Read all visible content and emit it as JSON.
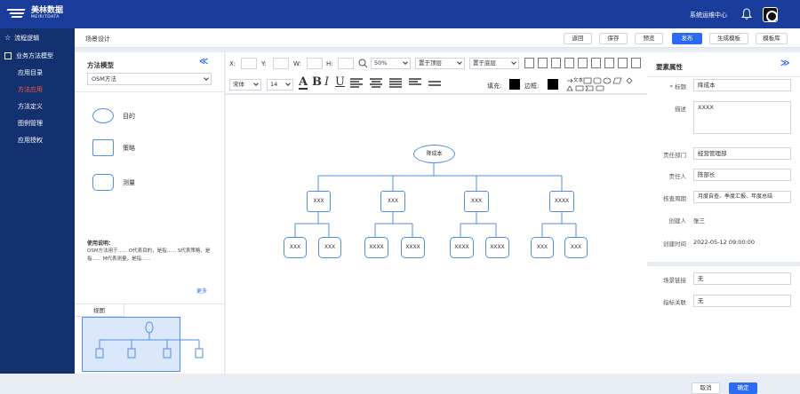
{
  "header": {
    "brand": "美林数据",
    "brand_sub": "MEIRITDATA",
    "system": "系统运维中心"
  },
  "sidebar": {
    "top_item": "流程逻辑",
    "group": "业务方法模型",
    "items": [
      {
        "label": "应用目录"
      },
      {
        "label": "方法应用"
      },
      {
        "label": "方法定义"
      },
      {
        "label": "图例管理"
      },
      {
        "label": "应用授权"
      }
    ]
  },
  "crumb": "场景设计",
  "toolbar_buttons": {
    "back": "返回",
    "save": "保存",
    "preview": "预览",
    "publish": "发布",
    "gen": "生成模板",
    "lib": "模板库"
  },
  "left_panel": {
    "title": "方法模型",
    "collapse": "≪",
    "model_select": "OSM方法",
    "shapes": [
      {
        "label": "目的"
      },
      {
        "label": "策略"
      },
      {
        "label": "测量"
      }
    ],
    "note_title": "使用说明：",
    "note_text": "OSM方法用于......  O代表目的，是指......  S代表策略，是指......  M代表测量，是指......",
    "more": "更多",
    "view_tab": "视图"
  },
  "editor": {
    "x_label": "X:",
    "y_label": "Y:",
    "w_label": "W:",
    "h_label": "H:",
    "zoom": "50%",
    "to_top": "置于顶层",
    "to_bottom": "置于底层",
    "font": "宋体",
    "font_size": "14",
    "fill_label": "填充:",
    "border_label": "边框:",
    "text_tool": "文本"
  },
  "diagram": {
    "root": "降成本",
    "mid": [
      "XXX",
      "XXX",
      "XXX",
      "XXXX"
    ],
    "leaves": [
      "XXX",
      "XXX",
      "XXXX",
      "XXXX",
      "XXXX",
      "XXXX",
      "XXX",
      "XXX"
    ]
  },
  "props": {
    "title": "要素属性",
    "expand": "≫",
    "title_label": "* 标题",
    "title_value": "降成本",
    "desc_label": "描述",
    "desc_value": "XXXX",
    "dept_label": "责任部门",
    "dept_value": "经营管理部",
    "owner_label": "责任人",
    "owner_value": "陈部长",
    "cycle_label": "核查周期",
    "cycle_value": "月度自查、季度汇报、年度总结",
    "creator_label": "创建人",
    "creator_value": "张三",
    "ctime_label": "创建时间",
    "ctime_value": "2022-05-12 09:00:00",
    "link_label": "场景链接",
    "link_value": "无",
    "metric_label": "指标关联",
    "metric_value": "无",
    "cancel": "取消",
    "ok": "确定"
  },
  "colors": {
    "header": "#1a3d9c",
    "sidebar": "#13306f",
    "accent": "#2b6bf3",
    "active": "#ff5a3c",
    "node": "#4f8fe6"
  }
}
